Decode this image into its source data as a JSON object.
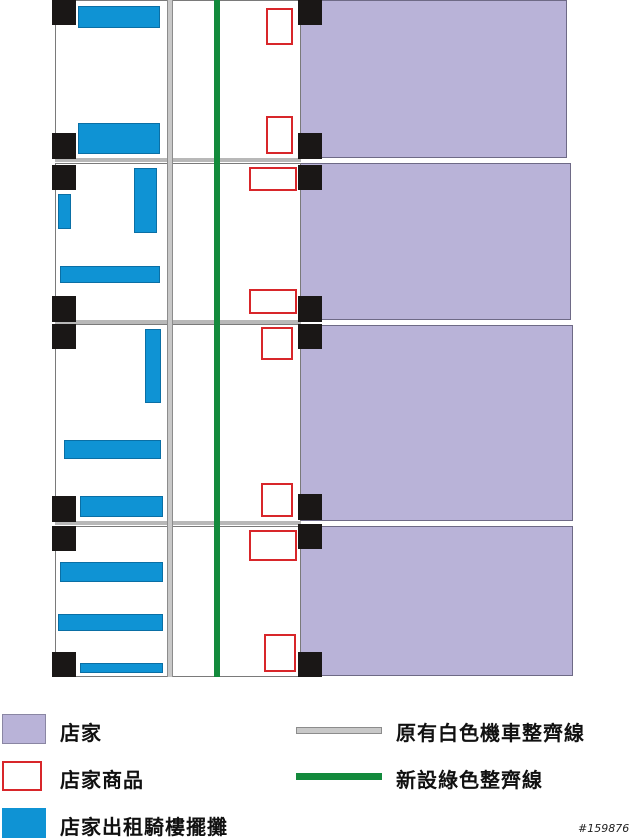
{
  "colors": {
    "store": "#b9b3d8",
    "goods_border": "#d8262a",
    "arcade_stall": "#0f93d4",
    "white_line": "#c8c8c8",
    "green_line": "#138a3c",
    "post": "#1a1716"
  },
  "legend": {
    "store": "店家",
    "goods": "店家商品",
    "stall": "店家出租騎樓擺攤",
    "white_line": "原有白色機車整齊線",
    "green_line": "新設綠色整齊線"
  },
  "watermark": "#159876"
}
